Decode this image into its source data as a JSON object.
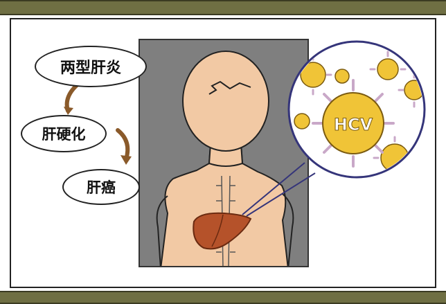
{
  "bubbles": {
    "hepatitis_c": "两型肝炎",
    "cirrhosis": "肝硬化",
    "liver_cancer": "肝癌"
  },
  "virus_label": "HCV",
  "colors": {
    "frame_bar": "#6f6f43",
    "xray_bg": "#7f7f7f",
    "skin": "#f2c9a4",
    "liver": "#b5522a",
    "virus": "#f0c437",
    "virus_spike": "#c9a8c8",
    "arrow": "#8a5a2a",
    "zoom_circle": "#35357a"
  }
}
